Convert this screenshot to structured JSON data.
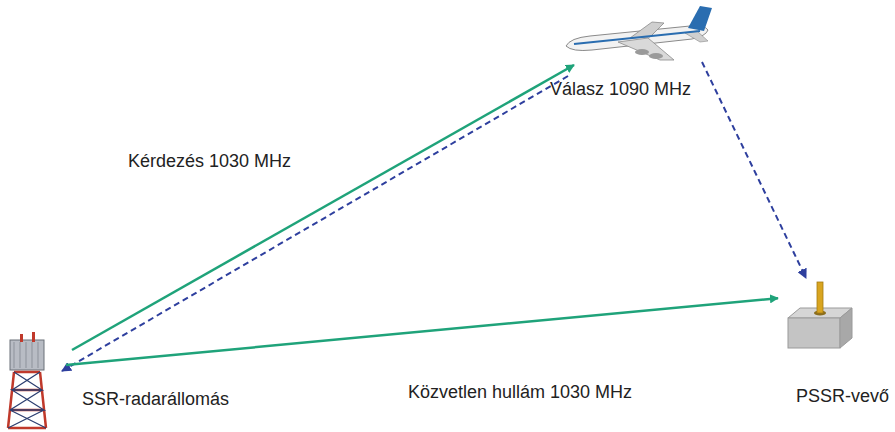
{
  "diagram": {
    "nodes": [
      {
        "text": [
          "SSR-radarállomás"
        ]
      },
      {
        "text": [
          "PSSR-vevő"
        ]
      }
    ],
    "edges": [
      {
        "from": 0,
        "to": 1,
        "arrow": "to",
        "label": "Közvetlen hullám 1030 MHz"
      }
    ],
    "labels": [
      "Kérdezés 1030 MHz",
      "Válasz 1090 MHz"
    ]
  }
}
